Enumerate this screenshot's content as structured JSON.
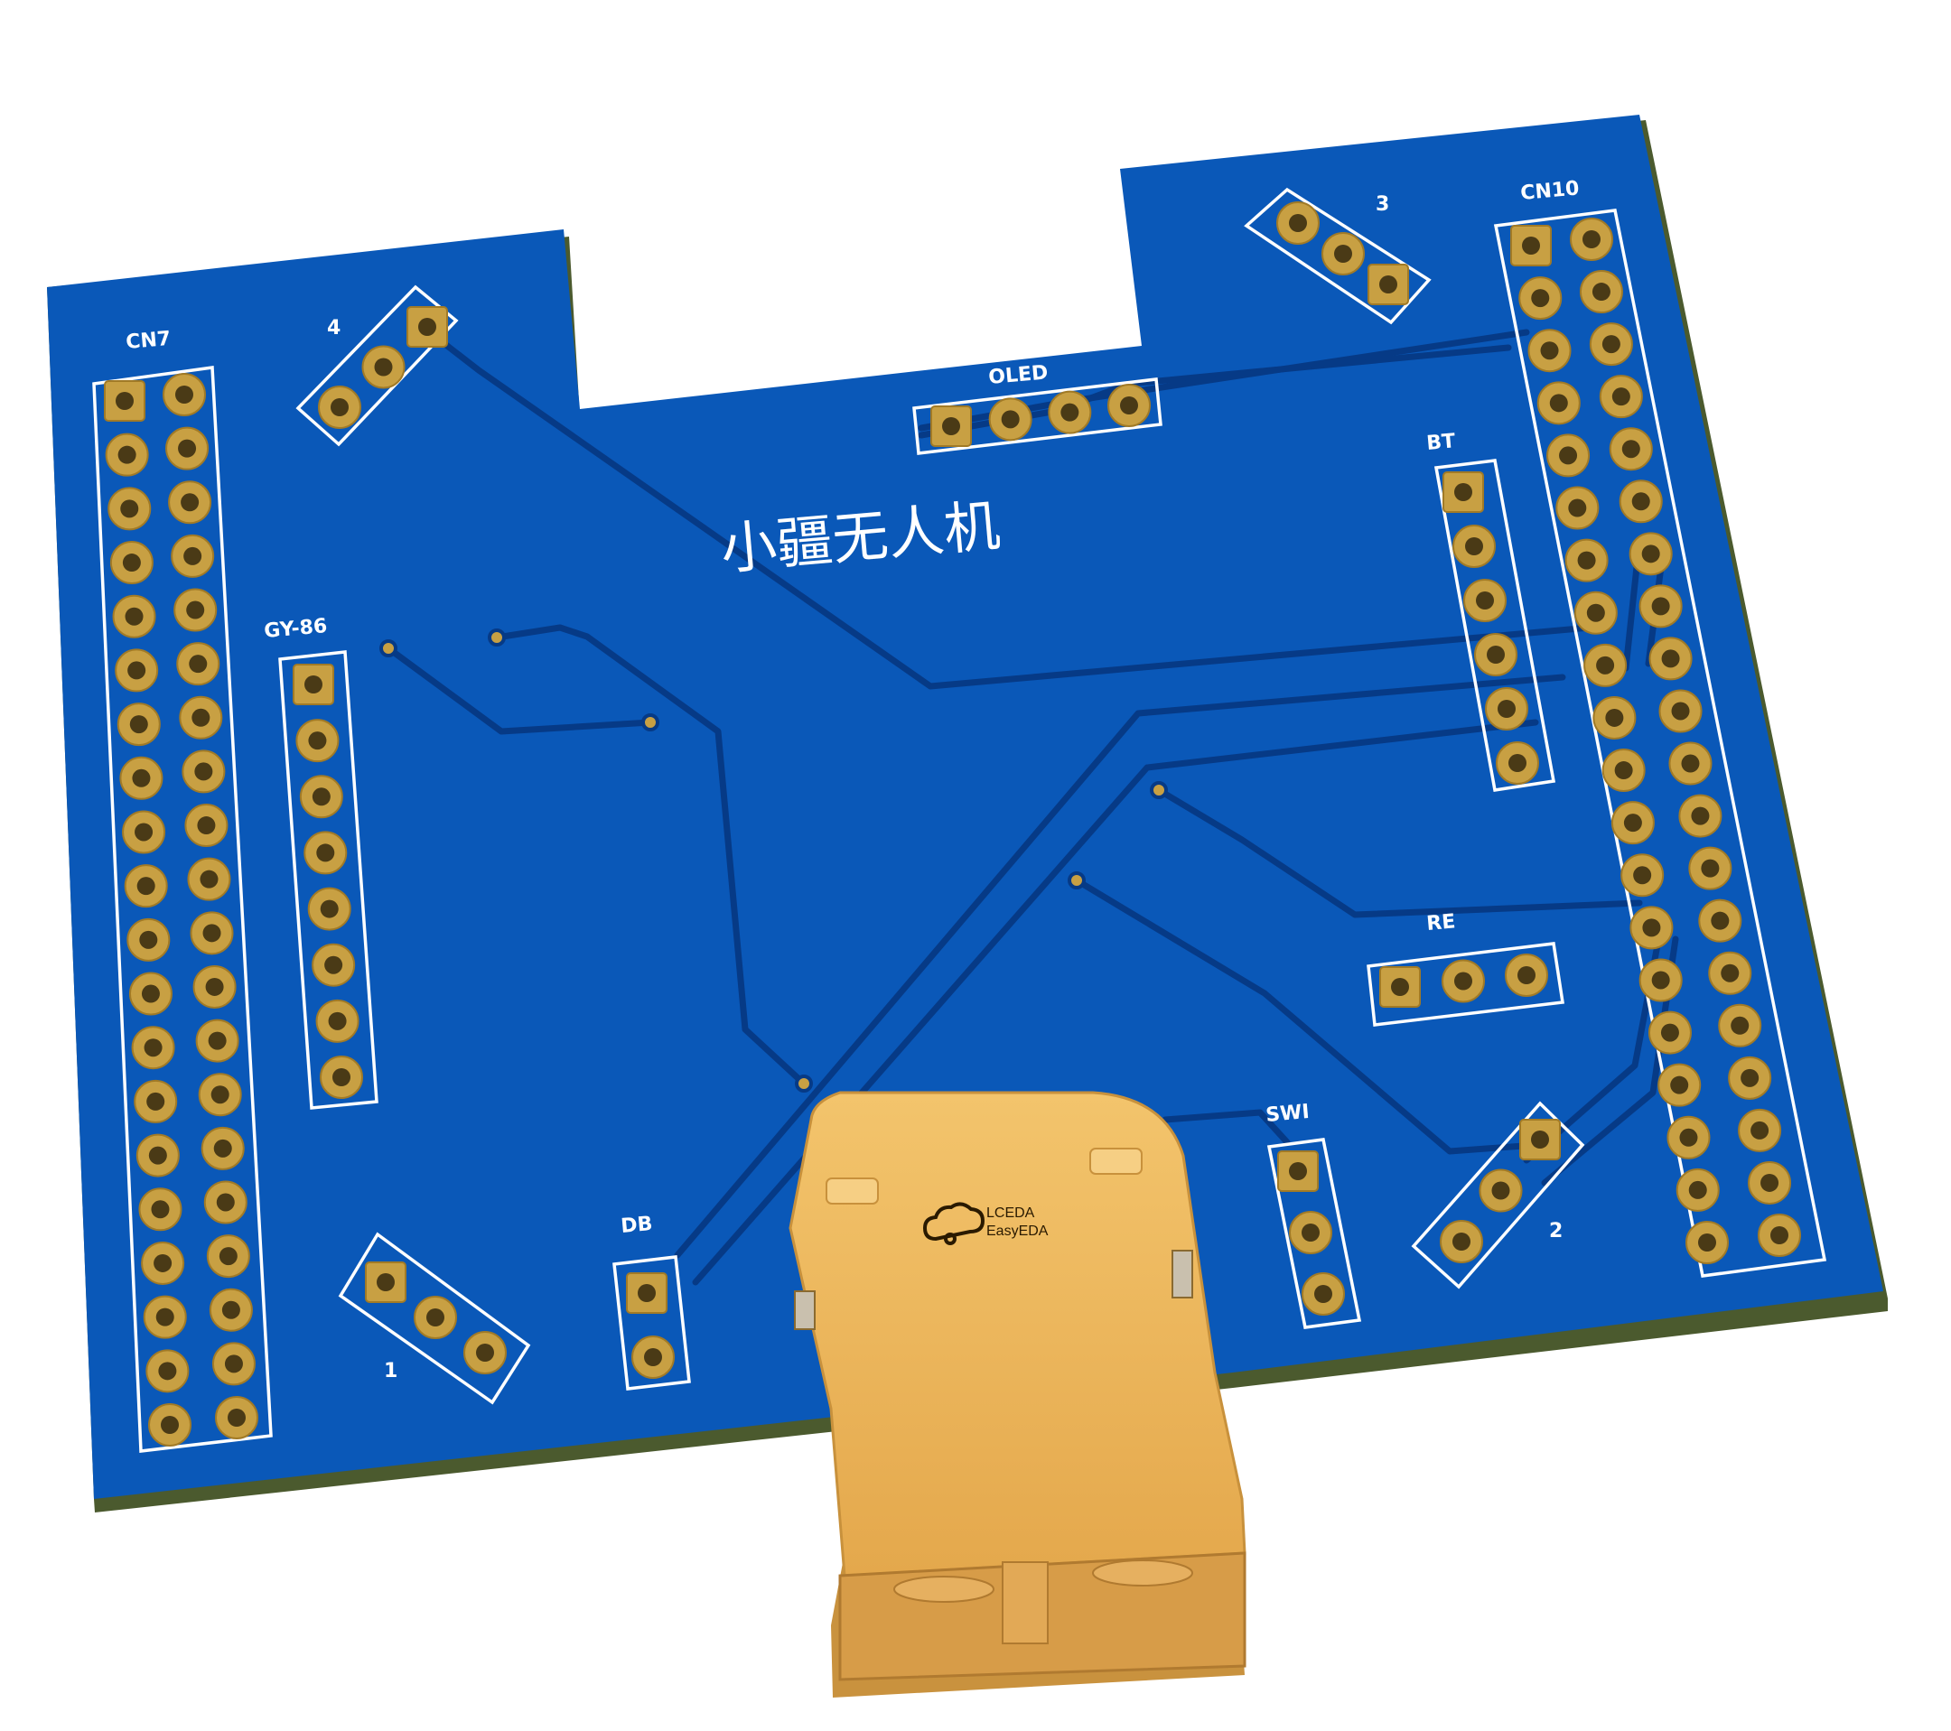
{
  "board": {
    "title": "小疆无人机",
    "colors": {
      "board": "#0a58b8",
      "board_edge": "#4b5a2e",
      "trace": "#063a86",
      "pad": "#c8a043",
      "pad_hole": "#4a3a16",
      "silkscreen": "#ffffff",
      "connector": "#f0b860"
    }
  },
  "labels": {
    "cn7": "CN7",
    "cn10": "CN10",
    "oled": "OLED",
    "bt": "BT",
    "gy86": "GY-86",
    "re": "RE",
    "swi": "SWI",
    "db": "DB",
    "m1": "1",
    "m2": "2",
    "m3": "3",
    "m4": "4"
  },
  "connector": {
    "logo_line1": "LCEDA",
    "logo_line2": "EasyEDA",
    "logo_icon": "cloud-icon"
  }
}
